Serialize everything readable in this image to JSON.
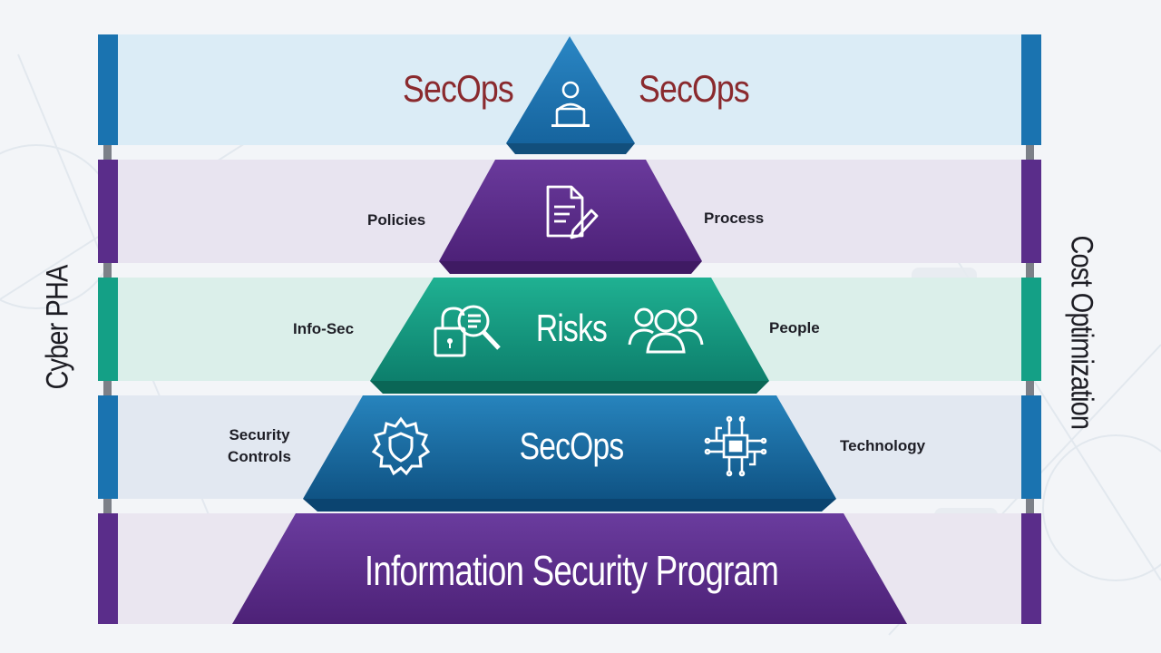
{
  "side_labels": {
    "left": "Cyber PHA",
    "right": "Cost Optimization"
  },
  "tiers": [
    {
      "title": "",
      "left_label": "SecOps",
      "right_label": "SecOps",
      "icon": "user-laptop-icon"
    },
    {
      "title": "",
      "left_label": "Policies",
      "right_label": "Process",
      "icon": "document-edit-icon"
    },
    {
      "title": "Risks",
      "left_label": "Info-Sec",
      "right_label": "People",
      "icons": [
        "lock-search-icon",
        "people-group-icon"
      ]
    },
    {
      "title": "SecOps",
      "left_label": "Security Controls",
      "right_label": "Technology",
      "icons": [
        "shield-gear-icon",
        "chip-circuit-icon"
      ]
    },
    {
      "title": "Information Security Program",
      "left_label": "",
      "right_label": ""
    }
  ],
  "colors": {
    "tier1": "#1f6fa8",
    "tier2": "#5a2a8a",
    "tier3": "#119a80",
    "tier4": "#1a6aa2",
    "tier5": "#5b2d8e",
    "band_blue": "#d7eaf5",
    "band_purple": "#e6e2ef",
    "band_green": "#d9eee9",
    "cap_blue": "#1a73b0",
    "cap_purple": "#5a2d8a",
    "cap_green": "#14a086",
    "label_red": "#8a2a2e"
  }
}
